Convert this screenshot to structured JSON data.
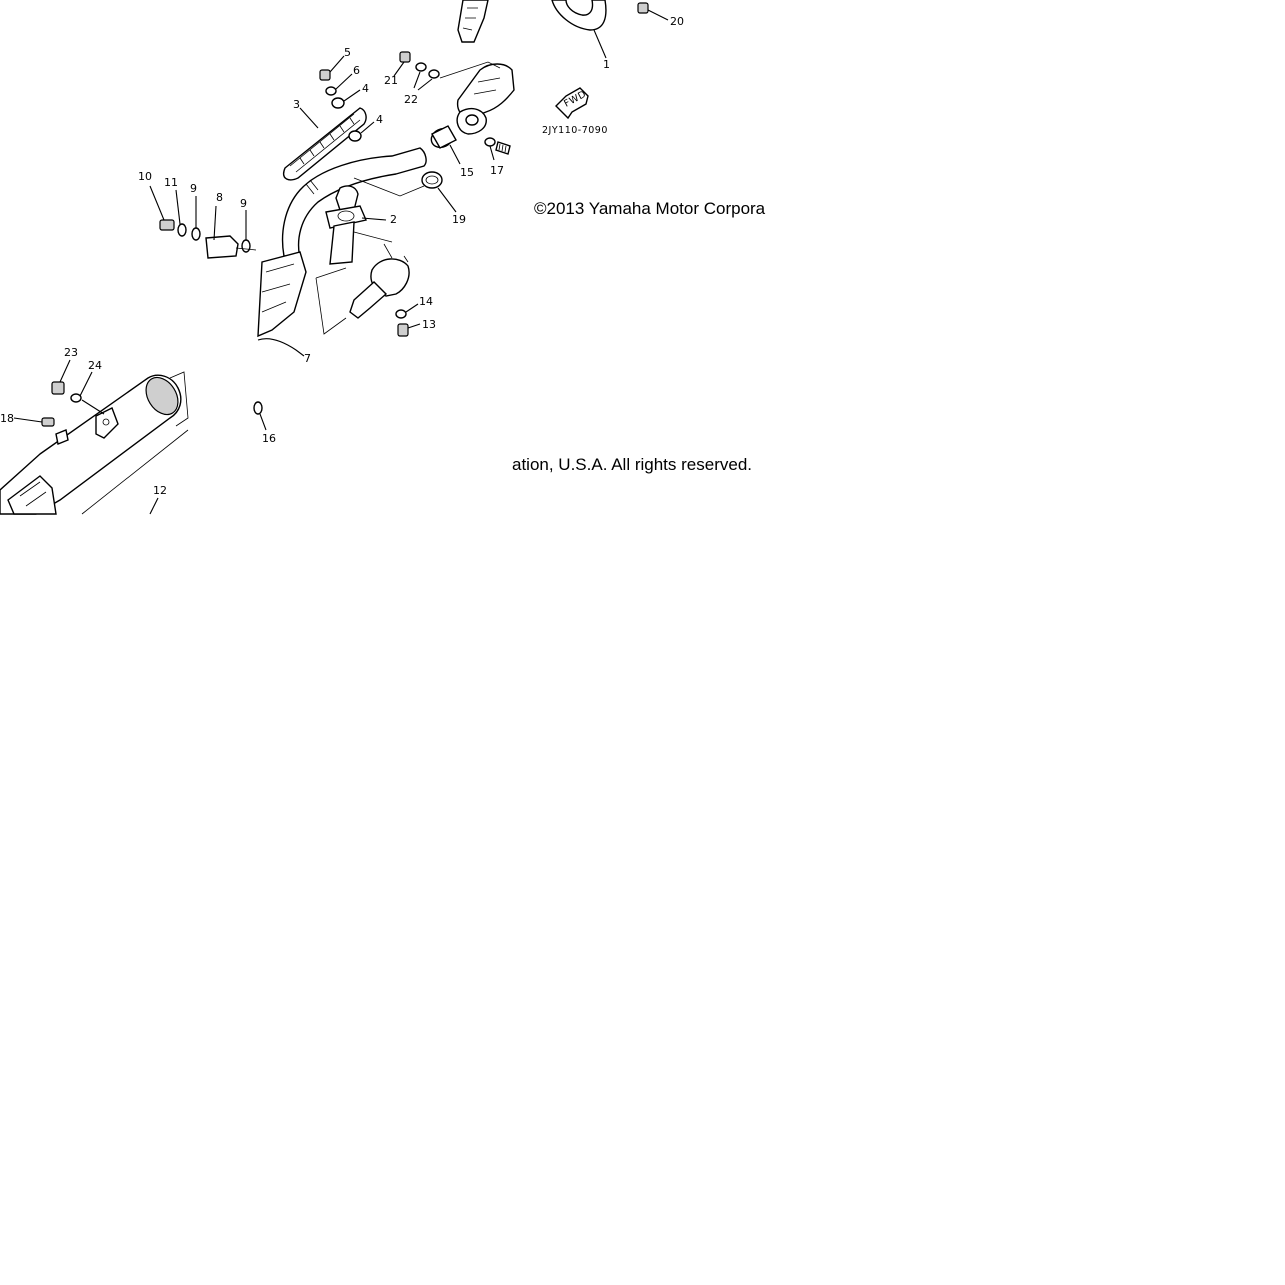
{
  "diagram": {
    "part_code": "2JY110-7090",
    "fwd_label": "FWD",
    "copyright_line1": "©2013 Yamaha Motor Corpora",
    "copyright_line2": "ation, U.S.A. All rights reserved.",
    "callouts": {
      "c1": "1",
      "c2": "2",
      "c3": "3",
      "c4a": "4",
      "c4b": "4",
      "c5": "5",
      "c6": "6",
      "c7": "7",
      "c8": "8",
      "c9a": "9",
      "c9b": "9",
      "c10": "10",
      "c11": "11",
      "c12": "12",
      "c13": "13",
      "c14": "14",
      "c15": "15",
      "c16": "16",
      "c17": "17",
      "c18": "18",
      "c19": "19",
      "c20": "20",
      "c21": "21",
      "c22": "22",
      "c23": "23",
      "c24": "24"
    }
  }
}
